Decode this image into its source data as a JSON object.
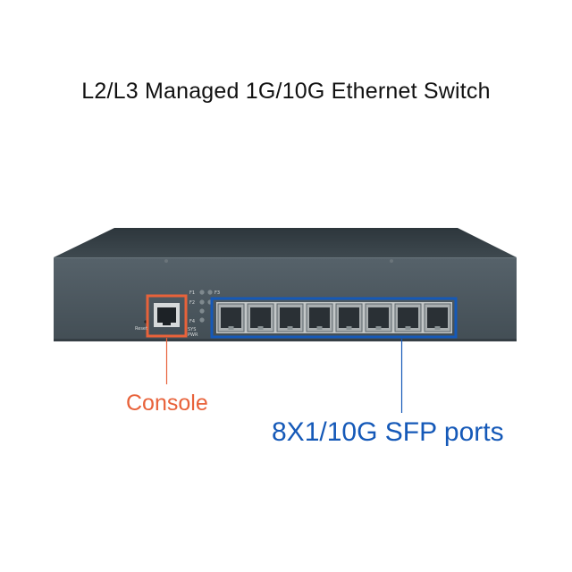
{
  "title": "L2/L3 Managed 1G/10G Ethernet Switch",
  "panel": {
    "reset_label": "Reset",
    "led_labels": [
      "F1",
      "F2",
      "F3",
      "F4",
      "SYS",
      "PWR"
    ],
    "console_port_count": 1,
    "sfp_port_count": 8
  },
  "annotations": {
    "console": "Console",
    "sfp": "8X1/10G SFP ports",
    "console_color": "#e8623a",
    "sfp_color": "#1559b8"
  },
  "colors": {
    "chassis_top": "#38434a",
    "chassis_front": "#4c575d",
    "port_cage": "#b8bcbd"
  }
}
